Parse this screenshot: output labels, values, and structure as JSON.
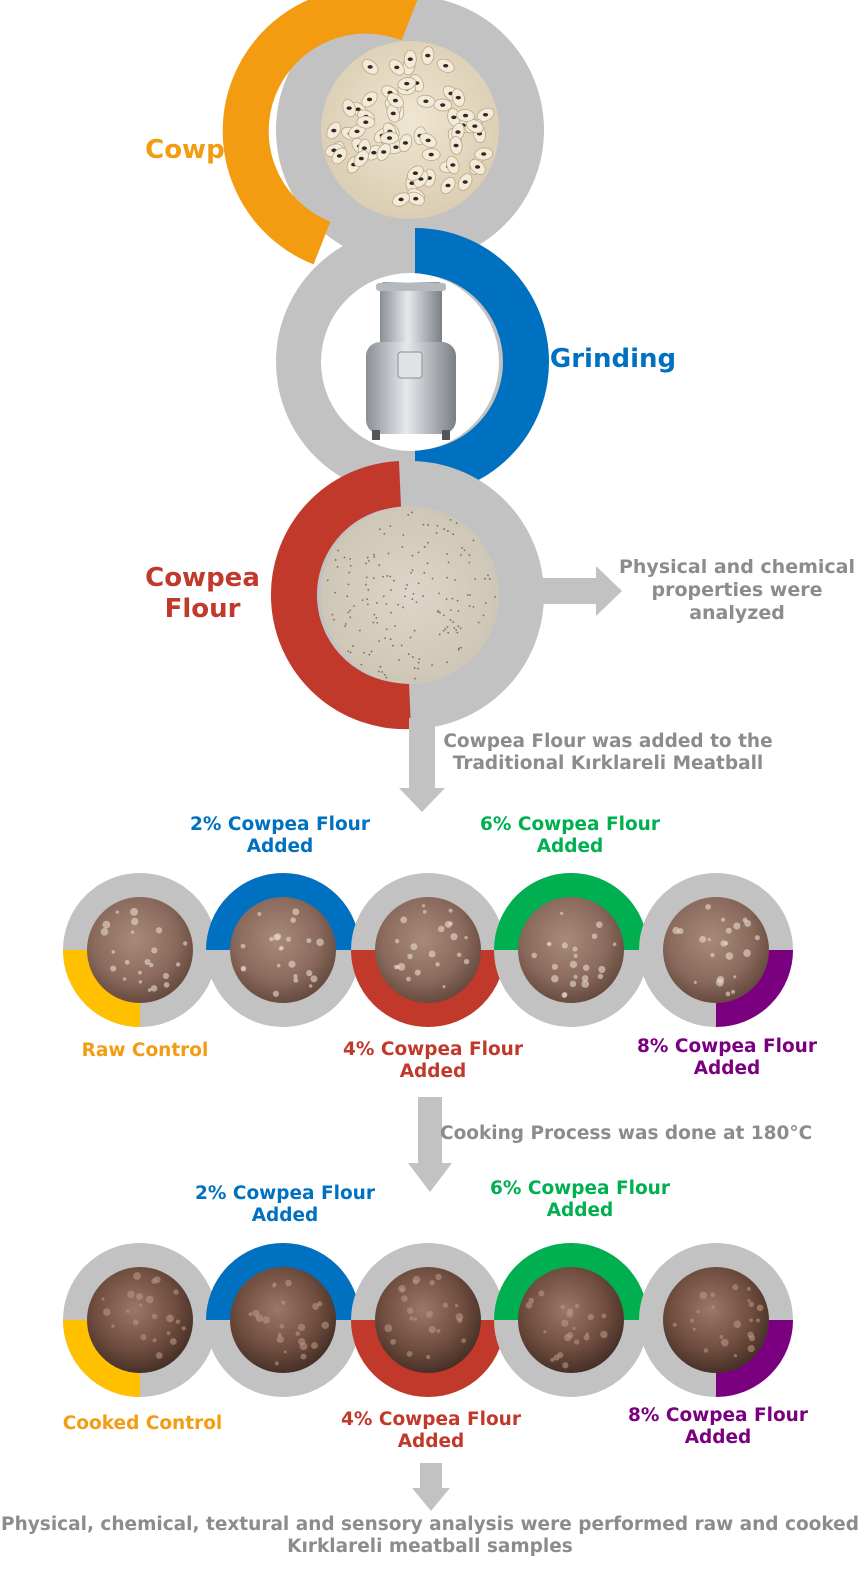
{
  "colors": {
    "gray": "#c2c2c2",
    "orange": "#f39c12",
    "blue": "#0070c0",
    "red": "#c0392b",
    "green": "#00b050",
    "purple": "#7b0080",
    "yellow": "#ffc000",
    "text_gray": "#8c8c8c"
  },
  "steps": {
    "cowpea": {
      "label": "Cowpea",
      "icon": "cowpea-beans-photo"
    },
    "grinding": {
      "label": "Grinding",
      "icon": "grinder-photo"
    },
    "flour": {
      "label": "Cowpea Flour",
      "line1": "Cowpea",
      "line2": "Flour",
      "icon": "flour-photo"
    }
  },
  "side_note": {
    "line1": "Physical and chemical",
    "line2": "properties were",
    "line3": "analyzed"
  },
  "transition_1": {
    "line1": "Cowpea Flour was added to the",
    "line2": "Traditional Kırklareli Meatball"
  },
  "raw_row": {
    "samples": [
      {
        "label": "Raw Control",
        "color": "yellow"
      },
      {
        "label_1": "2% Cowpea Flour",
        "label_2": "Added",
        "color": "blue"
      },
      {
        "label_1": "4% Cowpea Flour",
        "label_2": "Added",
        "color": "red"
      },
      {
        "label_1": "6% Cowpea Flour",
        "label_2": "Added",
        "color": "green"
      },
      {
        "label_1": "8% Cowpea Flour",
        "label_2": "Added",
        "color": "purple"
      }
    ]
  },
  "transition_2": {
    "text": "Cooking Process was done at 180°C"
  },
  "cooked_row": {
    "samples": [
      {
        "label": "Cooked Control",
        "color": "yellow"
      },
      {
        "label_1": "2% Cowpea Flour",
        "label_2": "Added",
        "color": "blue"
      },
      {
        "label_1": "4% Cowpea Flour",
        "label_2": "Added",
        "color": "red"
      },
      {
        "label_1": "6% Cowpea Flour",
        "label_2": "Added",
        "color": "green"
      },
      {
        "label_1": "8% Cowpea Flour",
        "label_2": "Added",
        "color": "purple"
      }
    ]
  },
  "conclusion": {
    "line1": "Physical, chemical, textural and sensory analysis were performed raw and cooked",
    "line2": "Kırklareli meatball samples"
  }
}
